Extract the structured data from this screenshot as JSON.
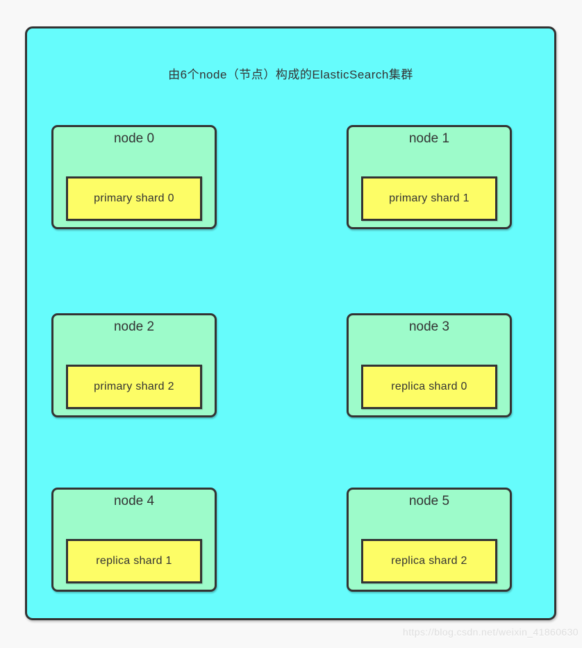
{
  "cluster": {
    "title": "由6个node（节点）构成的ElasticSearch集群",
    "colors": {
      "page_background": "#f8f8f8",
      "cluster_background": "#66fcfc",
      "node_fill": "#9dfbca",
      "shard_fill": "#fdfd66",
      "border": "#333333",
      "text": "#333333"
    },
    "nodes": [
      {
        "name": "node 0",
        "shard": "primary shard 0"
      },
      {
        "name": "node 1",
        "shard": "primary shard 1"
      },
      {
        "name": "node 2",
        "shard": "primary shard 2"
      },
      {
        "name": "node 3",
        "shard": "replica shard 0"
      },
      {
        "name": "node 4",
        "shard": "replica shard 1"
      },
      {
        "name": "node 5",
        "shard": "replica shard 2"
      }
    ]
  },
  "watermark": "https://blog.csdn.net/weixin_41860630"
}
